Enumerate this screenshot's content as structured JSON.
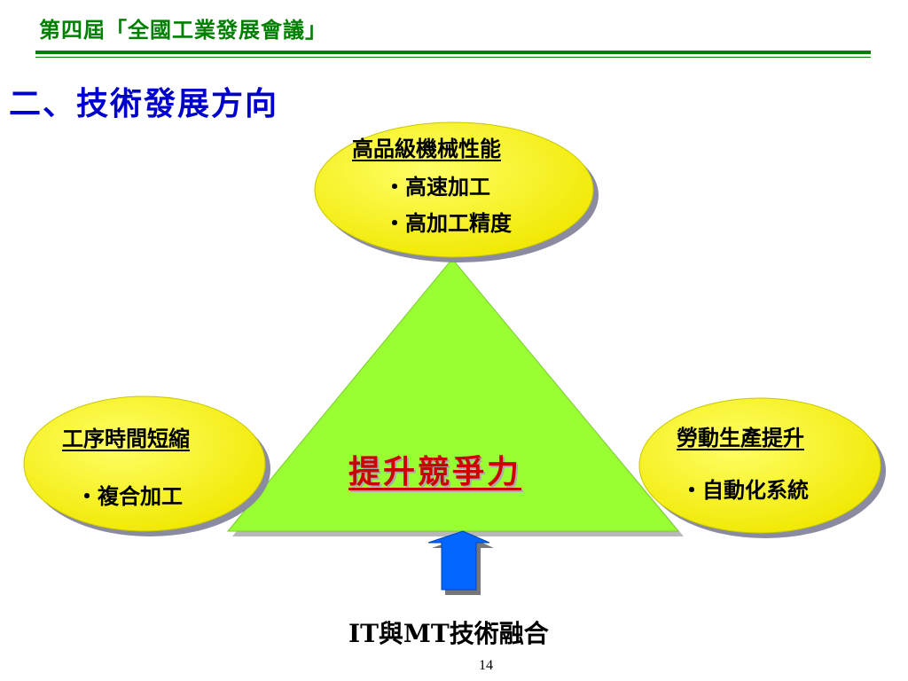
{
  "header": {
    "title": "第四屆「全國工業發展會議」"
  },
  "section": {
    "title": "二、技術發展方向"
  },
  "top_ellipse": {
    "heading": "高品級機械性能",
    "bullets": [
      "‧高速加工",
      "‧高加工精度"
    ]
  },
  "left_ellipse": {
    "heading": "工序時間短縮",
    "bullets": [
      "‧複合加工"
    ]
  },
  "right_ellipse": {
    "heading": "勞動生產提升",
    "bullets": [
      "‧自動化系統"
    ]
  },
  "center": {
    "label": "提升競爭力"
  },
  "bottom": {
    "caption": "IT與MT技術融合"
  },
  "footer": {
    "page_number": "14"
  },
  "colors": {
    "header_green": "#008000",
    "title_blue": "#0000cc",
    "ellipse_yellow": "#ffff00",
    "triangle_green": "#99ff33",
    "center_red": "#cc0000",
    "arrow_blue": "#0066ff"
  }
}
